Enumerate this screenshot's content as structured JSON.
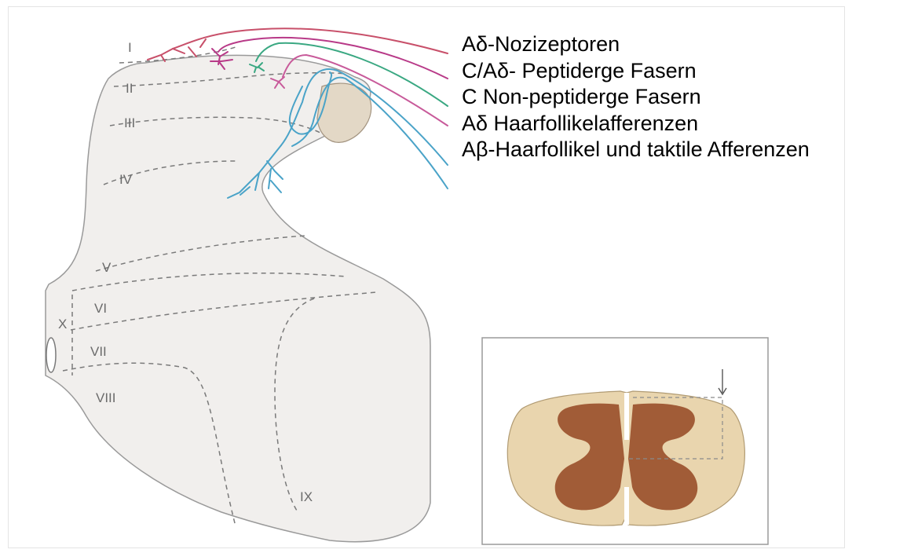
{
  "laminae": {
    "I": "I",
    "II": "II",
    "III": "III",
    "IV": "IV",
    "V": "V",
    "VI": "VI",
    "VII": "VII",
    "VIII": "VIII",
    "IX": "IX",
    "X": "X"
  },
  "fibers": [
    {
      "label": "Aδ-Nozizeptoren",
      "color": "#c8506a"
    },
    {
      "label": "C/Aδ- Peptiderge Fasern",
      "color": "#b83a88"
    },
    {
      "label": "C Non-peptiderge Fasern",
      "color": "#3aa882"
    },
    {
      "label": "Aδ Haarfollikelafferenzen",
      "color": "#c85a9a"
    },
    {
      "label": "Aβ-Haarfollikel und taktile Afferenzen",
      "color": "#4aa3c8"
    }
  ],
  "colors": {
    "gray_matter": "#f1efed",
    "tissue_light": "#e9d5ae",
    "tissue_dark": "#9d5530",
    "lamina_border": "#7a7a7a"
  },
  "icons": {
    "inset_marker": "arrow-down-icon"
  }
}
